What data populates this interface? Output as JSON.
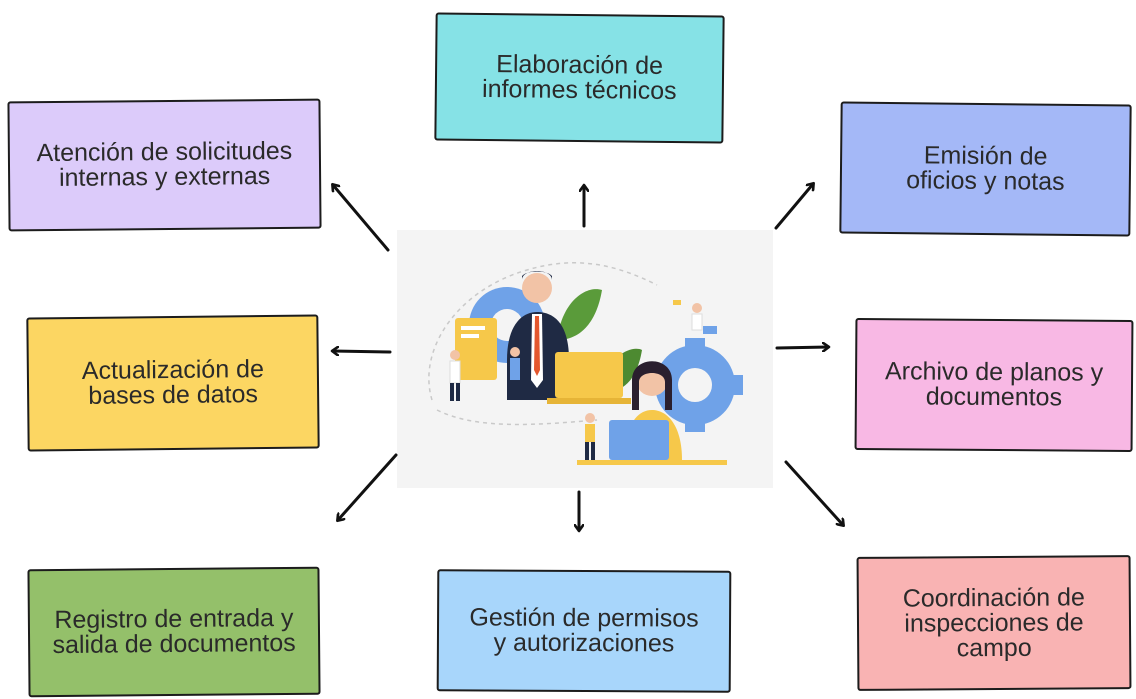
{
  "boxes": {
    "informes": "Elaboración de\ninformes técnicos",
    "solicitudes": "Atención de solicitudes\ninternas y externas",
    "oficios": "Emisión de\noficios y notas",
    "bases": "Actualización de\nbases de datos",
    "archivo": "Archivo de planos y\ndocumentos",
    "registro": "Registro de entrada y\nsalida de documentos",
    "permisos": "Gestión de permisos\ny autorizaciones",
    "campo": "Coordinación de\ninspecciones de\ncampo"
  },
  "colors": {
    "informes": "#86e2e6",
    "solicitudes": "#dccbfa",
    "oficios": "#a4b8f7",
    "bases": "#fcd662",
    "archivo": "#f8b8e4",
    "registro": "#94c06a",
    "permisos": "#a8d6fb",
    "campo": "#f9b3b3",
    "arrow": "#111111",
    "illustration_bg": "#f4f4f4"
  },
  "illustration": {
    "icon": "office-workers-illustration"
  }
}
